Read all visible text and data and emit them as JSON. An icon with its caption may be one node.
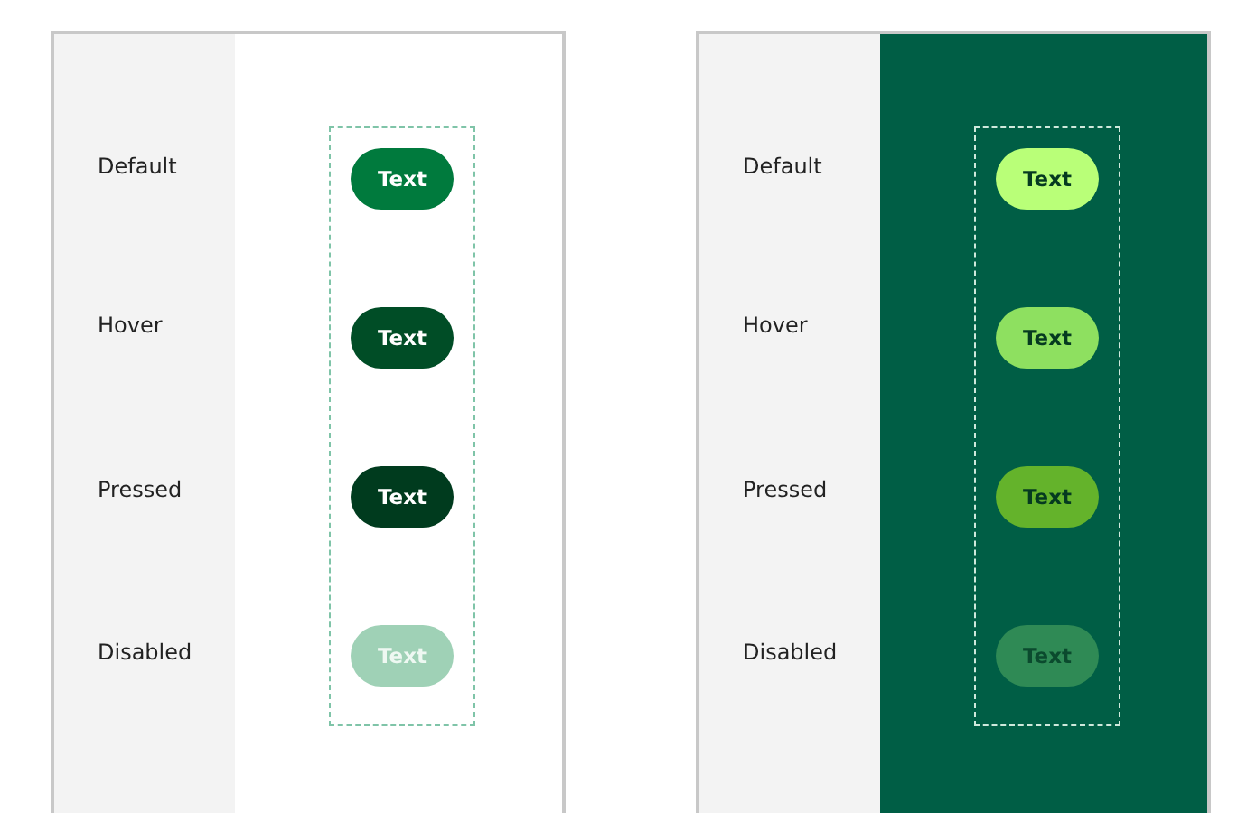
{
  "diagram": {
    "nodes": [
      {
        "text": [],
        "shape": "box"
      },
      {
        "text": [
          "Text"
        ],
        "in": 0
      },
      {
        "text": [
          "Text"
        ],
        "in": 0
      },
      {
        "text": [
          "Text"
        ],
        "in": 0
      },
      {
        "text": [
          "Text"
        ],
        "in": 0
      },
      {
        "text": [],
        "shape": "box"
      },
      {
        "text": [
          "Text"
        ],
        "in": 5
      },
      {
        "text": [
          "Text"
        ],
        "in": 5
      },
      {
        "text": [
          "Text"
        ],
        "in": 5
      },
      {
        "text": [
          "Text"
        ],
        "in": 5
      }
    ],
    "edges": [],
    "labels": [
      "Default",
      "Hover",
      "Pressed",
      "Disabled",
      "Default",
      "Hover",
      "Pressed",
      "Disabled"
    ]
  }
}
